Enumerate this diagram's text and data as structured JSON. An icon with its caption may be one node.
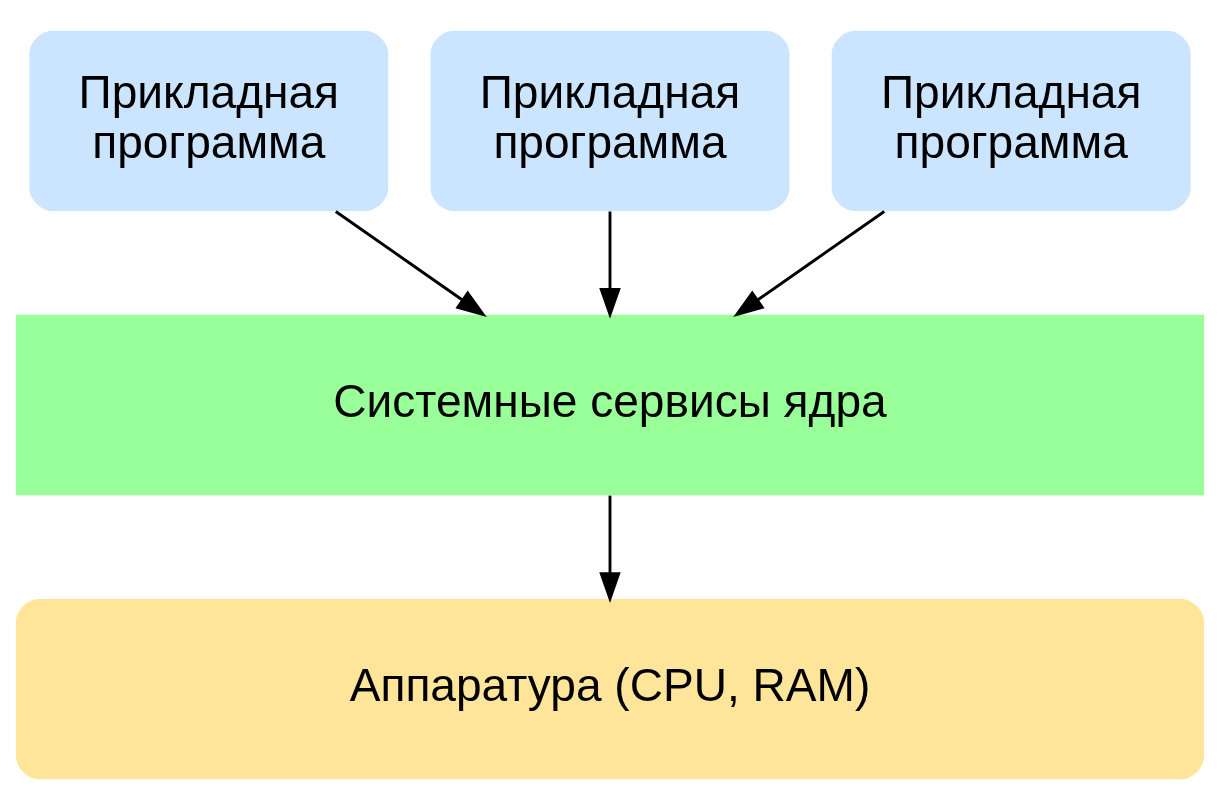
{
  "diagram": {
    "nodes": [
      {
        "text": [
          "Прикладная программа"
        ]
      },
      {
        "text": [
          "Прикладная программа"
        ]
      },
      {
        "text": [
          "Прикладная программа"
        ]
      },
      {
        "text": [
          "Системные сервисы ядра"
        ]
      },
      {
        "text": [
          "Аппаратура (CPU, RAM)"
        ]
      }
    ],
    "edges": [
      {
        "from": 0,
        "to": 3,
        "arrow": "to"
      },
      {
        "from": 1,
        "to": 3,
        "arrow": "to"
      },
      {
        "from": 2,
        "to": 3,
        "arrow": "to"
      },
      {
        "from": 3,
        "to": 4,
        "arrow": "to"
      }
    ]
  }
}
